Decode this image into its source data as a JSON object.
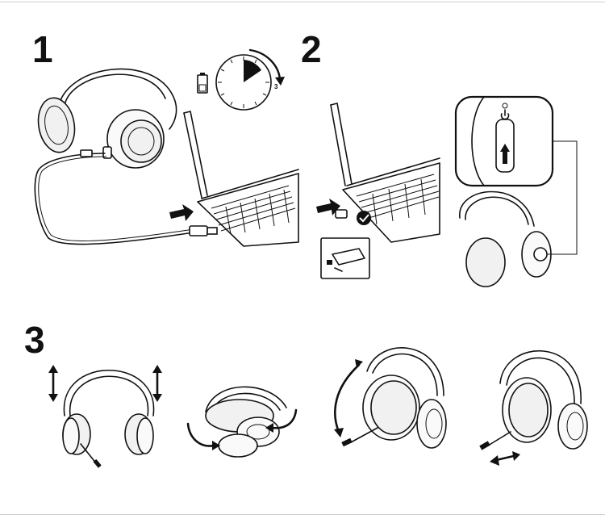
{
  "steps": [
    {
      "number": "1"
    },
    {
      "number": "2"
    },
    {
      "number": "3"
    }
  ],
  "charge_timer": {
    "label": "3"
  },
  "icons": [
    "headset",
    "usb-cable",
    "laptop",
    "battery-icon",
    "clock-icon",
    "usb-receiver",
    "check-icon",
    "power-icon",
    "arrow-icon"
  ],
  "colors": {
    "line": "#111111",
    "background": "#ffffff",
    "pad_fill": "#f1f1f1"
  }
}
